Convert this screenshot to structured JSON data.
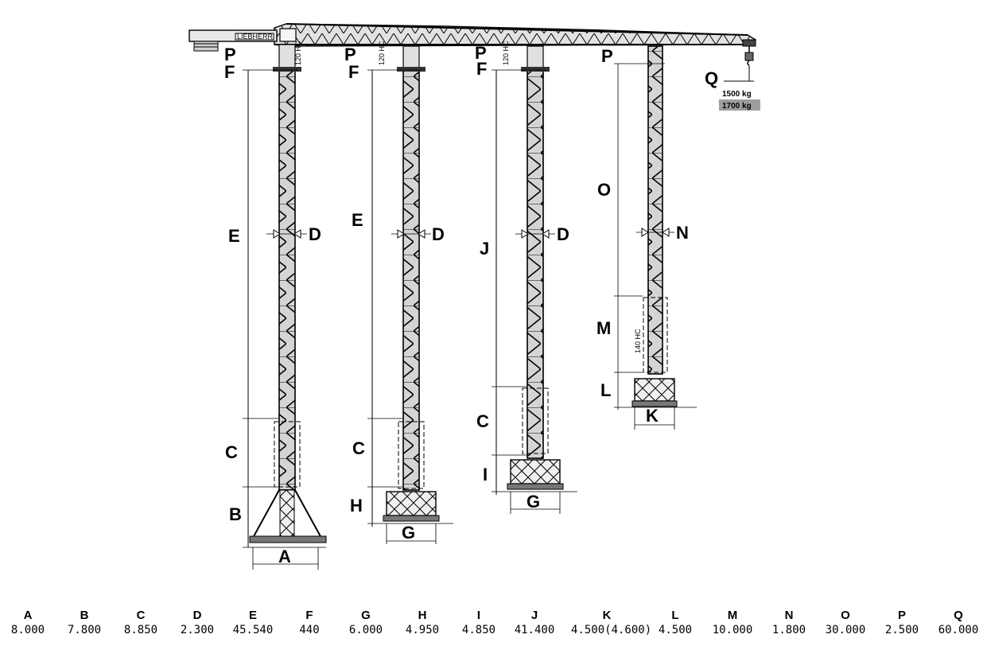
{
  "diagram": {
    "labels": {
      "A": "A",
      "B": "B",
      "C": "C",
      "D": "D",
      "E": "E",
      "F": "F",
      "G": "G",
      "H": "H",
      "I": "I",
      "J": "J",
      "K": "K",
      "L": "L",
      "M": "M",
      "N": "N",
      "O": "O",
      "P": "P",
      "Q": "Q"
    },
    "load_1": "1500 kg",
    "load_2": "1700 kg",
    "mast_mark_1": "120 HC",
    "mast_mark_2": "120 HC",
    "mast_mark_3": "120 HC",
    "mast_mark_4": "140 HC",
    "maker_mark": "LIEBHERR",
    "load_highlight_color": "#9e9e9e"
  },
  "legend": [
    {
      "key": "A",
      "value": "8.000"
    },
    {
      "key": "B",
      "value": "7.800"
    },
    {
      "key": "C",
      "value": "8.850"
    },
    {
      "key": "D",
      "value": "2.300"
    },
    {
      "key": "E",
      "value": "45.540"
    },
    {
      "key": "F",
      "value": "440"
    },
    {
      "key": "G",
      "value": "6.000"
    },
    {
      "key": "H",
      "value": "4.950"
    },
    {
      "key": "I",
      "value": "4.850"
    },
    {
      "key": "J",
      "value": "41.400"
    },
    {
      "key": "K",
      "value": "4.500(4.600)"
    },
    {
      "key": "L",
      "value": "4.500"
    },
    {
      "key": "M",
      "value": "10.000"
    },
    {
      "key": "N",
      "value": "1.800"
    },
    {
      "key": "O",
      "value": "30.000"
    },
    {
      "key": "P",
      "value": "2.500"
    },
    {
      "key": "Q",
      "value": "60.000"
    }
  ]
}
